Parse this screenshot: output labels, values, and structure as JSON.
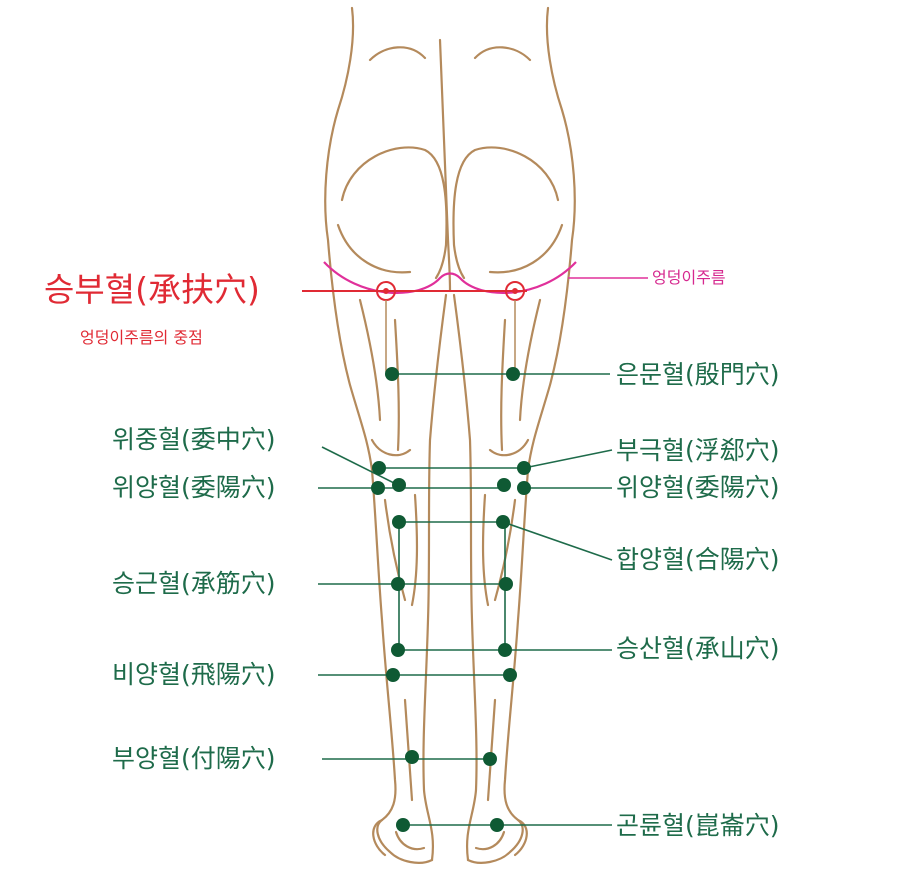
{
  "colors": {
    "body_outline": "#b48a5c",
    "acupoint": "#0f5a34",
    "leader_line": "#1e6b4a",
    "highlight_red": "#e02a34",
    "crease_pink": "#e0309a"
  },
  "crease": {
    "label": "엉덩이주름"
  },
  "seungbu": {
    "label": "승부혈(承扶穴)",
    "note": "엉덩이주름의 중점"
  },
  "points": [
    {
      "id": "eunmun",
      "label": "은문혈(殷門穴)"
    },
    {
      "id": "wijung",
      "label": "위중혈(委中穴)"
    },
    {
      "id": "bugeuk",
      "label": "부극혈(浮郄穴)"
    },
    {
      "id": "wiyang_l",
      "label": "위양혈(委陽穴)"
    },
    {
      "id": "wiyang_r",
      "label": "위양혈(委陽穴)"
    },
    {
      "id": "habyang",
      "label": "합양혈(合陽穴)"
    },
    {
      "id": "seunggeun",
      "label": "승근혈(承筋穴)"
    },
    {
      "id": "seungsan",
      "label": "승산혈(承山穴)"
    },
    {
      "id": "biyang",
      "label": "비양혈(飛陽穴)"
    },
    {
      "id": "buyang",
      "label": "부양혈(付陽穴)"
    },
    {
      "id": "gollyun",
      "label": "곤륜혈(崑崙穴)"
    }
  ]
}
